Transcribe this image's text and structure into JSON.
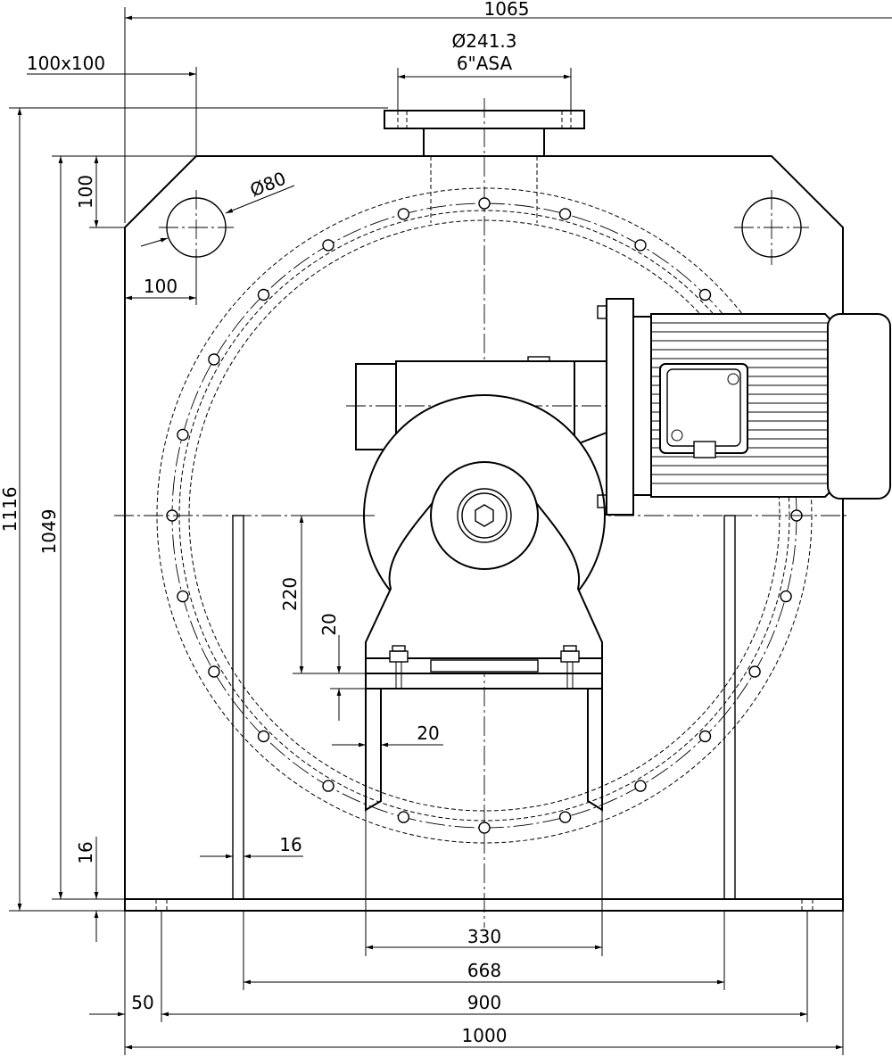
{
  "dimensions": {
    "overall_top_width": "1065",
    "flange_diameter": "Ø241.3",
    "flange_spec": "6\"ASA",
    "corner_chamfer": "100x100",
    "total_height": "1116",
    "body_height": "1049",
    "chamfer_height": "100",
    "hole_diameter": "Ø80",
    "hole_offset": "100",
    "shaft_height": "220",
    "plate_thickness_vertical": "20",
    "plate_thickness_horizontal": "20",
    "leg_thickness": "16",
    "base_thickness": "16",
    "support_width": "330",
    "leg_spacing": "668",
    "bolt_spacing": "900",
    "edge_offset": "50",
    "base_width": "1000"
  }
}
